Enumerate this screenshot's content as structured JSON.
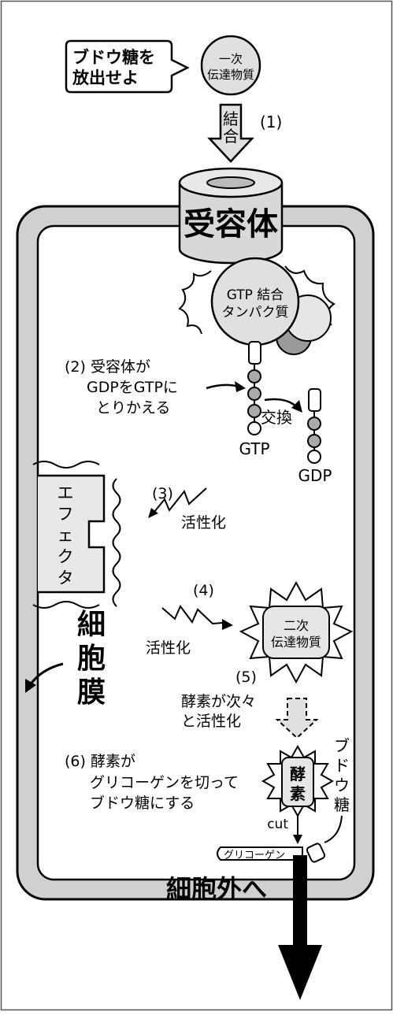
{
  "diagram": {
    "speech_bubble": [
      "ブドウ糖を",
      "放出せよ"
    ],
    "first_messenger": [
      "一次",
      "伝達物質"
    ],
    "bind_label": [
      "結",
      "合"
    ],
    "step1": "(1)",
    "receptor": "受容体",
    "gtp_protein": [
      "GTP 結合",
      "タンパク質"
    ],
    "step2": [
      "(2) 受容体が",
      "GDPをGTPに",
      "とりかえる"
    ],
    "exchange": "交換",
    "gtp": "GTP",
    "gdp": "GDP",
    "step3": "(3)",
    "activate1": "活性化",
    "effector": [
      "エ",
      "フ",
      "ェ",
      "ク",
      "タ"
    ],
    "step4": "(4)",
    "activate2": "活性化",
    "second_messenger": [
      "二次",
      "伝達物質"
    ],
    "membrane": [
      "細",
      "胞",
      "膜"
    ],
    "step5": "(5)",
    "step5_text": [
      "酵素が次々",
      "と活性化"
    ],
    "step6": [
      "(6) 酵素が",
      "グリコーゲンを切って",
      "ブドウ糖にする"
    ],
    "enzyme": [
      "酵",
      "素"
    ],
    "glucose": [
      "ブ",
      "ド",
      "ウ",
      "糖"
    ],
    "cut": "cut",
    "glycogen": "グリコーゲン",
    "outside": "細胞外へ"
  }
}
